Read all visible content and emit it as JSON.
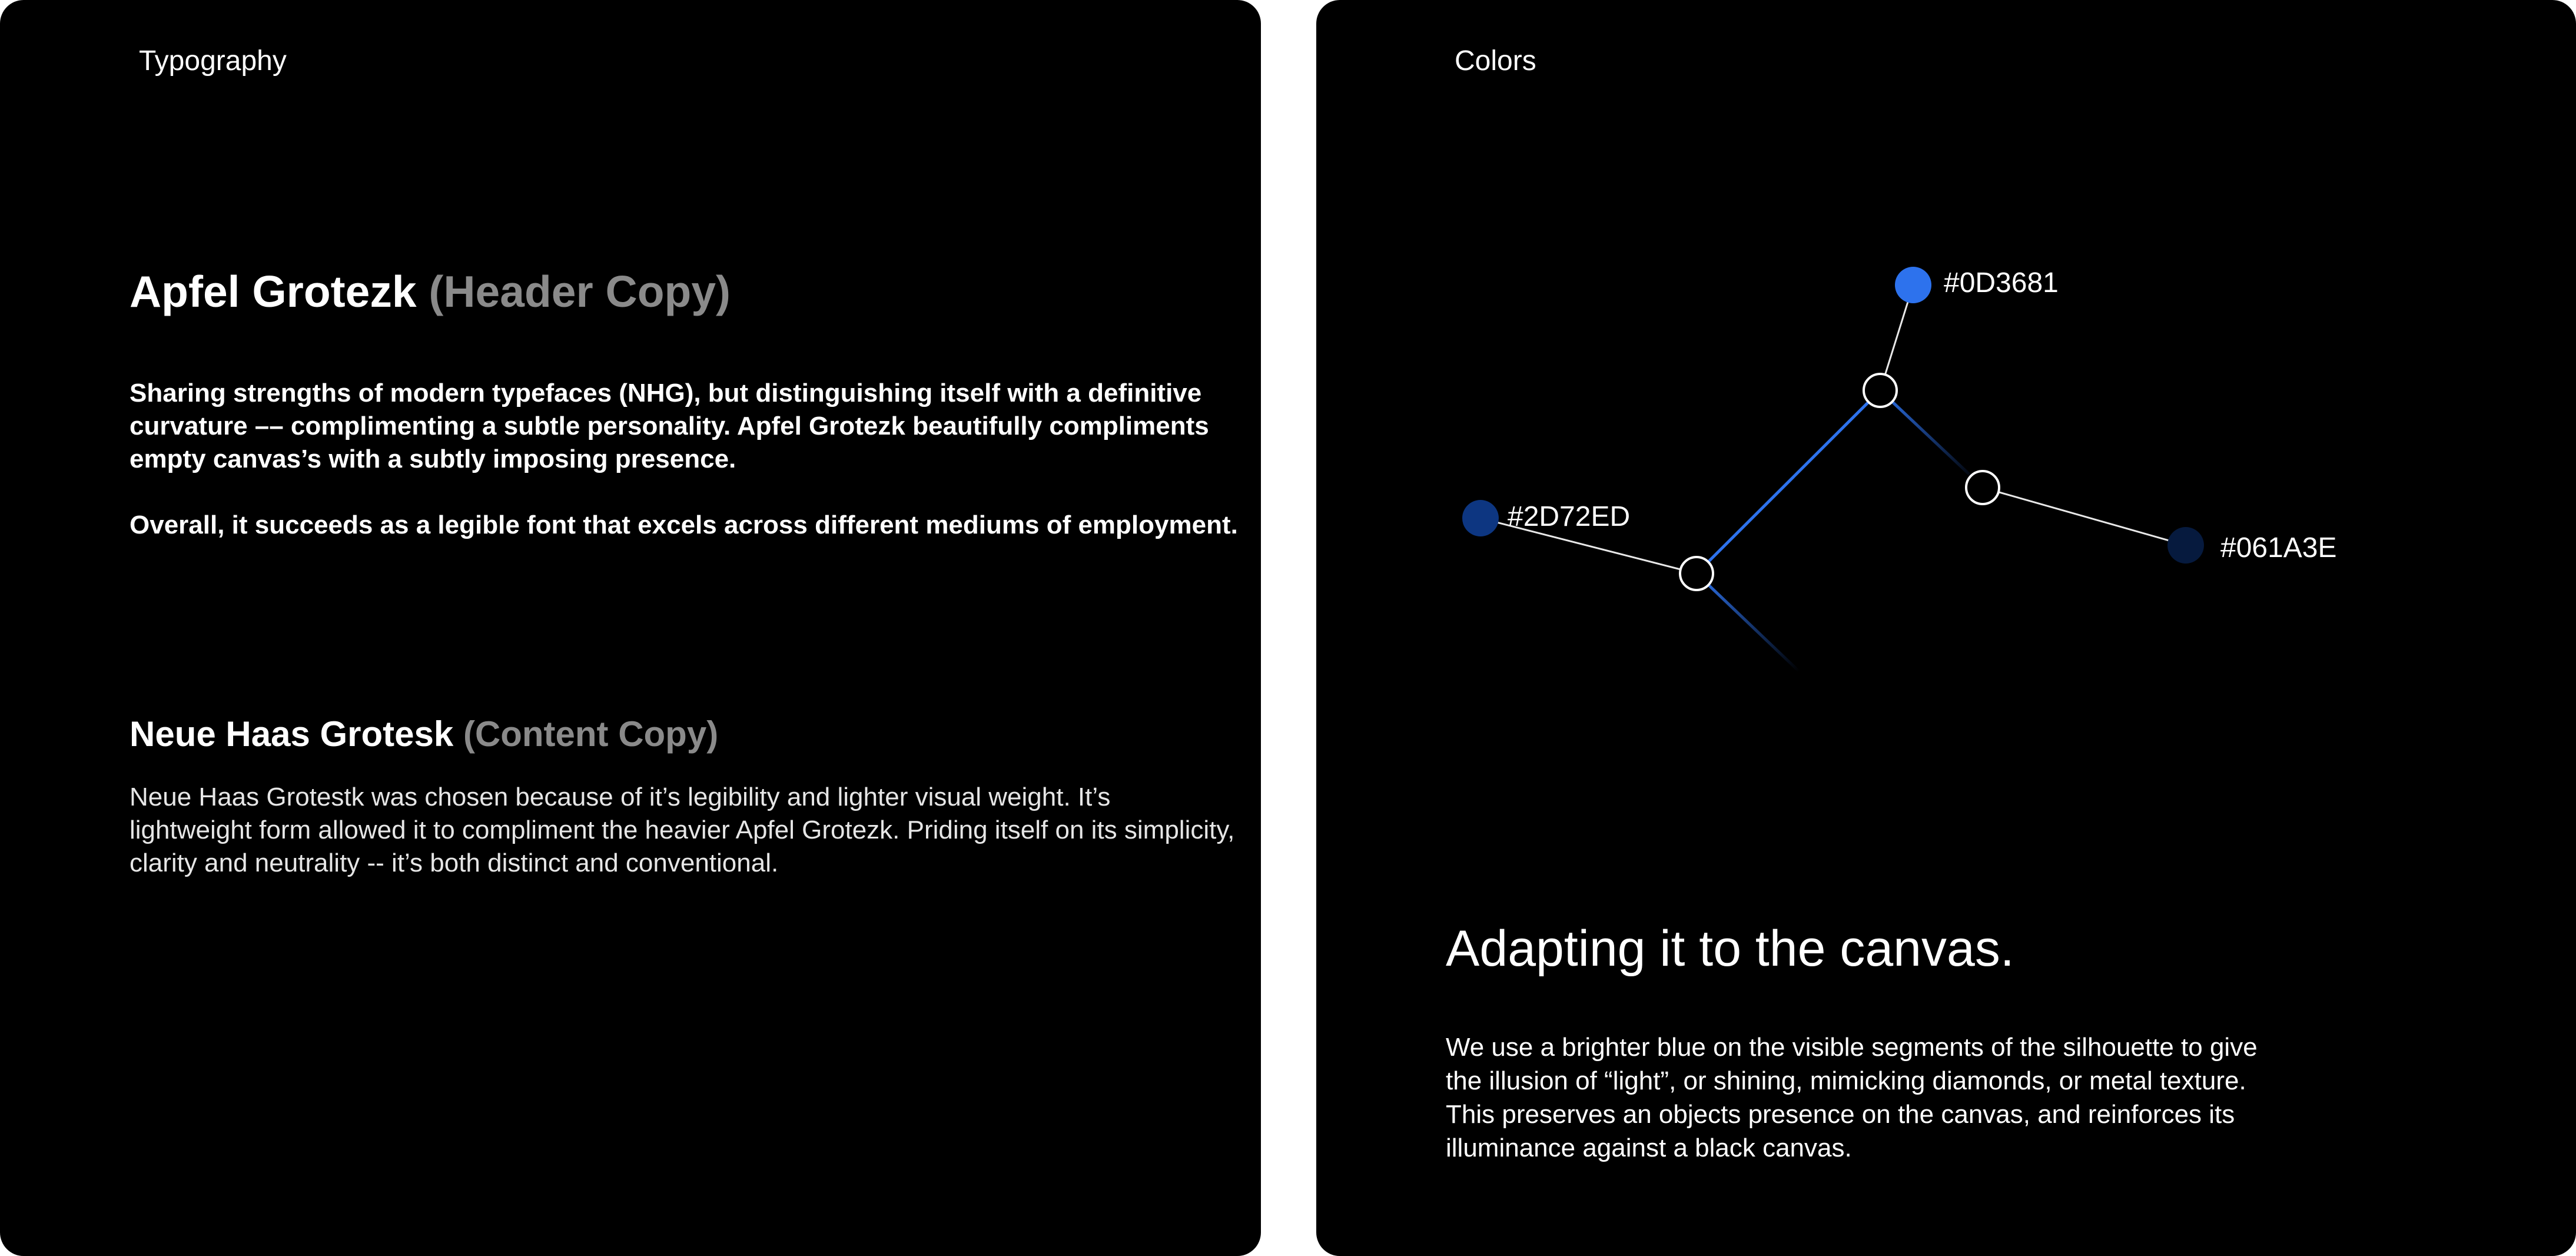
{
  "typography": {
    "label": "Typography",
    "header_font": {
      "name": "Apfel Grotezk",
      "role": "(Header Copy)",
      "paragraphs": [
        "Sharing strengths of modern typefaces (NHG), but distinguishing itself with a definitive curvature –– complimenting a subtle personality. Apfel Grotezk beautifully compliments empty canvas’s with a subtly imposing presence.",
        "Overall, it succeeds as a legible font that excels across different mediums of employment."
      ]
    },
    "content_font": {
      "name": "Neue Haas Grotesk",
      "role": "(Content Copy)",
      "paragraph": "Neue Haas Grotestk was chosen because of it’s legibility and lighter visual weight.  It’s lightweight form allowed it to compliment the heavier Apfel Grotezk.  Priding itself on its simplicity, clarity and neutrality -- it’s both distinct and conventional."
    }
  },
  "colors": {
    "label": "Colors",
    "swatches": [
      {
        "hex": "#0D3681",
        "fill": "#2D72ED"
      },
      {
        "hex": "#2D72ED",
        "fill": "#0D3681"
      },
      {
        "hex": "#061A3E",
        "fill": "#061A3E"
      }
    ],
    "line_color": "#e8e8e8",
    "highlight_color": "#2D72ED",
    "heading": "Adapting it to the canvas.",
    "paragraph": "We use a brighter blue on the visible segments of the silhouette to give the illusion of “light”, or shining, mimicking diamonds, or metal texture. This preserves an objects presence on the canvas, and reinforces its illuminance against a black canvas."
  }
}
